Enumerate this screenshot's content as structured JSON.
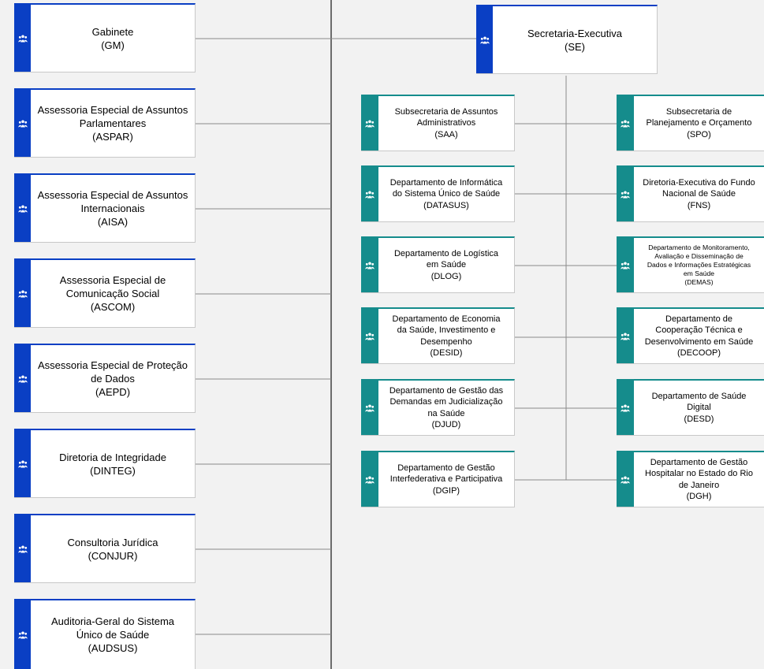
{
  "left_units": [
    {
      "lines": [
        "Gabinete",
        "(GM)"
      ]
    },
    {
      "lines": [
        "Assessoria Especial de Assuntos",
        "Parlamentares",
        "(ASPAR)"
      ]
    },
    {
      "lines": [
        "Assessoria Especial de Assuntos",
        "Internacionais",
        "(AISA)"
      ]
    },
    {
      "lines": [
        "Assessoria Especial de",
        "Comunicação Social",
        "(ASCOM)"
      ]
    },
    {
      "lines": [
        "Assessoria Especial de Proteção",
        "de Dados",
        "(AEPD)"
      ]
    },
    {
      "lines": [
        "Diretoria de Integridade",
        "(DINTEG)"
      ]
    },
    {
      "lines": [
        "Consultoria Jurídica",
        "(CONJUR)"
      ]
    },
    {
      "lines": [
        "Auditoria-Geral do Sistema",
        "Único de Saúde",
        "(AUDSUS)"
      ]
    }
  ],
  "executive": {
    "lines": [
      "Secretaria-Executiva",
      "(SE)"
    ]
  },
  "se_left": [
    {
      "lines": [
        "Subsecretaria de Assuntos",
        "Administrativos",
        "(SAA)"
      ]
    },
    {
      "lines": [
        "Departamento de Informática",
        "do Sistema Único de Saúde",
        "(DATASUS)"
      ]
    },
    {
      "lines": [
        "Departamento de Logística",
        "em Saúde",
        "(DLOG)"
      ]
    },
    {
      "lines": [
        "Departamento de Economia",
        "da Saúde, Investimento e",
        "Desempenho",
        "(DESID)"
      ]
    },
    {
      "lines": [
        "Departamento de Gestão das",
        "Demandas em Judicialização",
        "na Saúde",
        "(DJUD)"
      ]
    },
    {
      "lines": [
        "Departamento de Gestão",
        "Interfederativa e Participativa",
        "(DGIP)"
      ]
    }
  ],
  "se_right": [
    {
      "lines": [
        "Subsecretaria de",
        "Planejamento e Orçamento",
        "(SPO)"
      ]
    },
    {
      "lines": [
        "Diretoria-Executiva do Fundo",
        "Nacional de Saúde",
        "(FNS)"
      ]
    },
    {
      "lines": [
        "Departamento de Monitoramento,",
        "Avaliação e Disseminação de",
        "Dados e Informações Estratégicas",
        "em Saúde",
        "(DEMAS)"
      ]
    },
    {
      "lines": [
        "Departamento de",
        "Cooperação Técnica e",
        "Desenvolvimento em Saúde",
        "(DECOOP)"
      ]
    },
    {
      "lines": [
        "Departamento de Saúde",
        "Digital",
        "(DESD)"
      ]
    },
    {
      "lines": [
        "Departamento de Gestão",
        "Hospitalar no Estado do Rio",
        "de Janeiro",
        "(DGH)"
      ]
    }
  ],
  "colors": {
    "unit_accent": "#0a3fc4",
    "department_accent": "#158c8c",
    "connector": "#7f7f7f",
    "trunk": "#404040"
  },
  "icon_name": "people-group-icon"
}
